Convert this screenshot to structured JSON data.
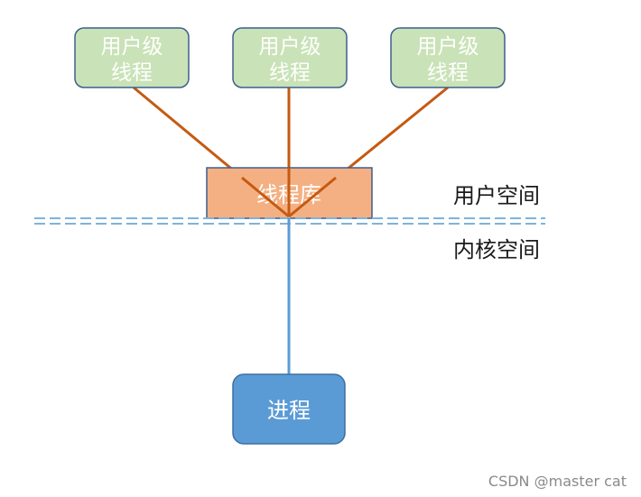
{
  "user_threads": [
    {
      "line1": "用户级",
      "line2": "线程"
    },
    {
      "line1": "用户级",
      "line2": "线程"
    },
    {
      "line1": "用户级",
      "line2": "线程"
    }
  ],
  "thread_library": "线程库",
  "user_space": "用户空间",
  "kernel_space": "内核空间",
  "process": "进程",
  "watermark": "CSDN @master cat",
  "colors": {
    "user_thread_fill": "#c9e2b7",
    "user_thread_stroke": "#3d5f8f",
    "user_thread_text": "#ffffff",
    "library_fill": "#f4b083",
    "library_stroke": "#3d5f8f",
    "process_fill": "#5b9bd5",
    "process_stroke": "#3d6fa0",
    "connector_orange": "#c55a11",
    "connector_blue": "#5b9bd5",
    "divider": "#7fb3d9"
  }
}
